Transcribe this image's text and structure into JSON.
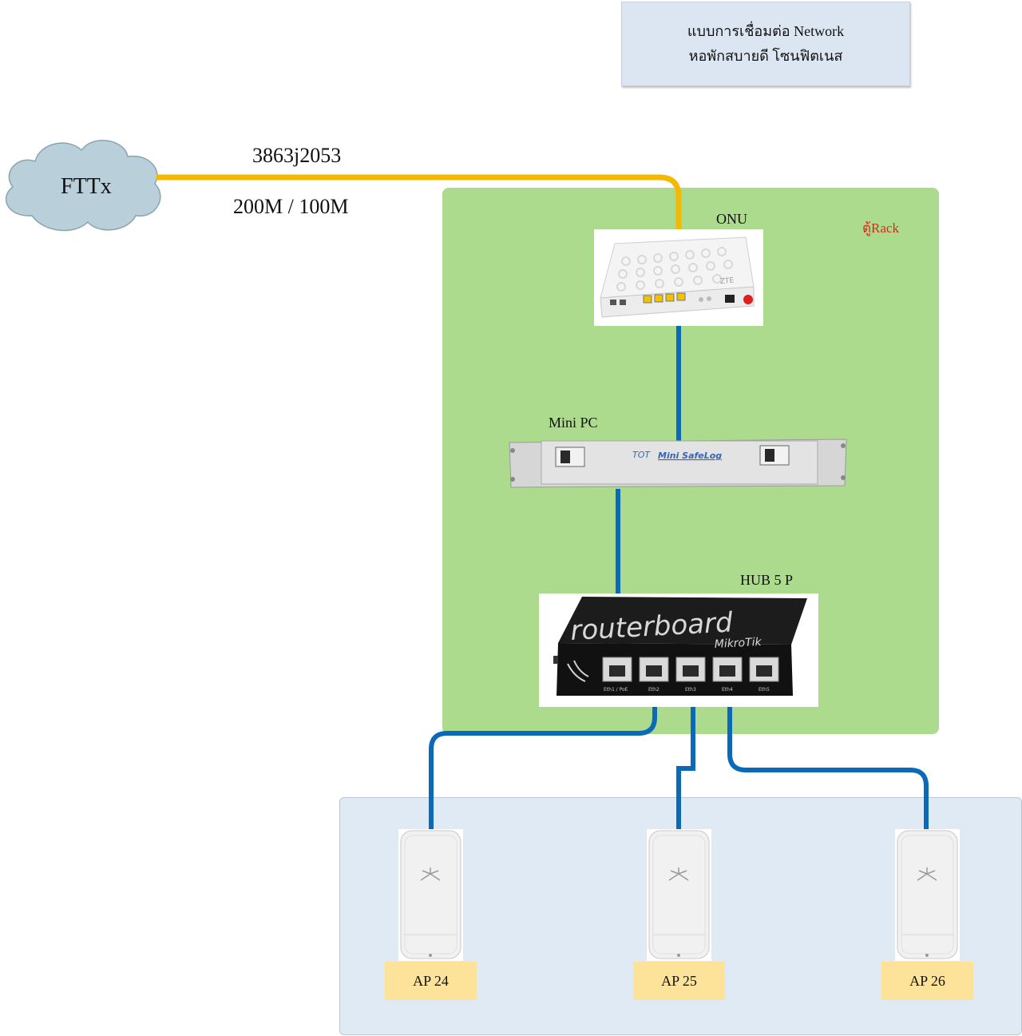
{
  "title": {
    "line1": "แบบการเชื่อมต่อ Network",
    "line2": "หอพักสบายดี โซนฟิตเนส"
  },
  "internet": {
    "cloud_label": "FTTx",
    "circuit_id": "3863j2053",
    "speed": "200M / 100M"
  },
  "rack": {
    "label": "ตู้Rack"
  },
  "devices": {
    "onu": {
      "label": "ONU",
      "brand_text": "ZTE"
    },
    "mini_pc": {
      "label": "Mini PC",
      "brand_text": "TOT",
      "product_text": "Mini SafeLog"
    },
    "hub": {
      "label": "HUB 5 P",
      "brand_text": "routerboard",
      "maker_text": "MikroTik",
      "ports": [
        "Eth1 / PoE",
        "Eth2",
        "Eth3",
        "Eth4",
        "Eth5"
      ]
    }
  },
  "access_points": [
    {
      "label": "AP 24"
    },
    {
      "label": "AP 25"
    },
    {
      "label": "AP 26"
    }
  ],
  "colors": {
    "fiber": "#f5b800",
    "ethernet": "#0a69b8",
    "rack_bg": "#addb8e",
    "ap_zone_bg": "#dfeaf5",
    "title_bg": "#dce6f2",
    "ap_label_bg": "#fde29a",
    "cloud": "#b9cfd9",
    "rack_label_color": "#d92a18"
  }
}
